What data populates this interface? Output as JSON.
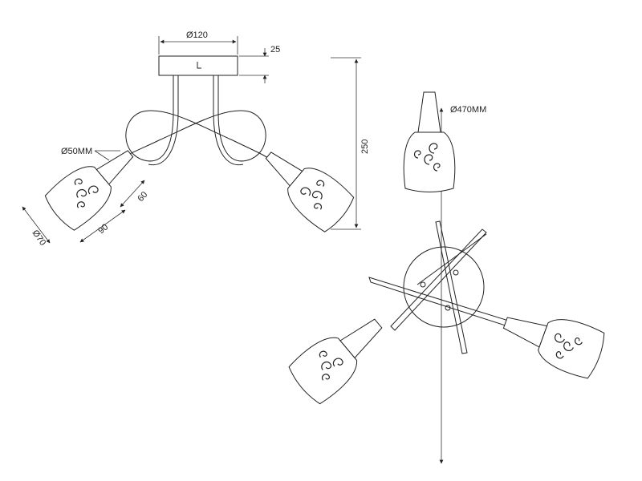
{
  "dimensions": {
    "canopy_diameter": "Ø120",
    "canopy_height": "25",
    "total_height": "250",
    "socket_diameter": "Ø50MM",
    "shade_length_60": "60",
    "shade_length_90": "90",
    "shade_diameter": "Ø70",
    "overall_diameter": "Ø470MM"
  }
}
